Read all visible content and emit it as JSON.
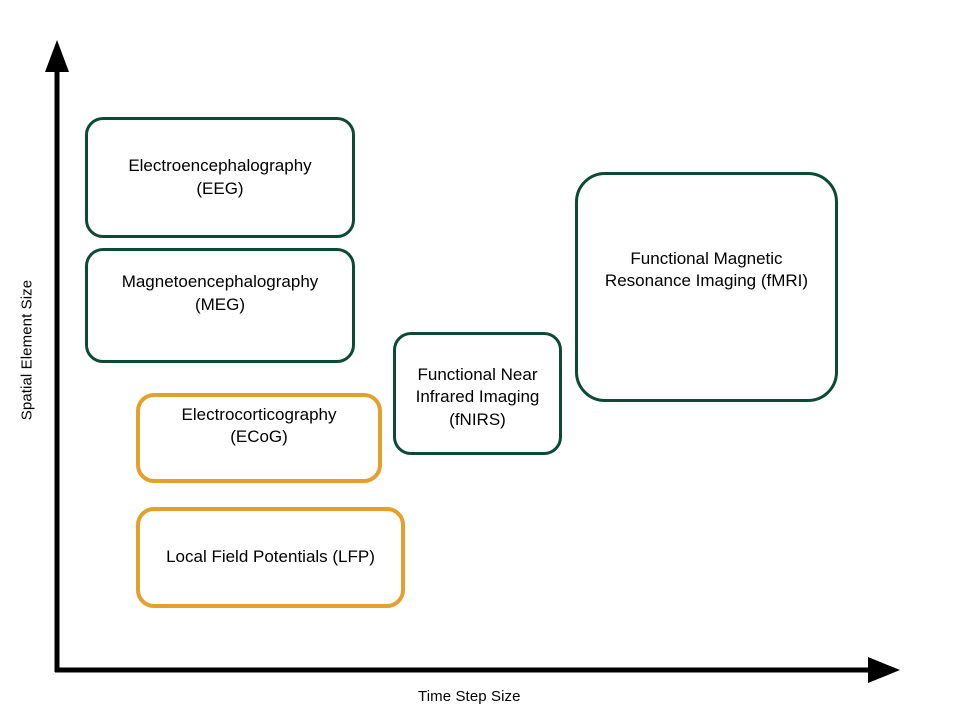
{
  "diagram": {
    "background_color": "#ffffff",
    "axes": {
      "x_label": "Time Step Size",
      "y_label": "Spatial Element Size",
      "axis_color": "#000000"
    },
    "legend_colors": {
      "non_invasive_green": "#0d4a35",
      "invasive_orange": "#e3a02c"
    },
    "boxes": [
      {
        "id": "eeg",
        "label": "Electroencephalography\n(EEG)",
        "color": "#0d4a35"
      },
      {
        "id": "meg",
        "label": "Magnetoencephalography\n(MEG)",
        "color": "#0d4a35"
      },
      {
        "id": "ecog",
        "label": "Electrocorticography\n(ECoG)",
        "color": "#e3a02c"
      },
      {
        "id": "lfp",
        "label": "Local Field Potentials (LFP)",
        "color": "#e3a02c"
      },
      {
        "id": "fnirs",
        "label": "Functional Near\nInfrared Imaging\n(fNIRS)",
        "color": "#0d4a35"
      },
      {
        "id": "fmri",
        "label": "Functional Magnetic\nResonance Imaging (fMRI)",
        "color": "#0d4a35"
      }
    ]
  }
}
